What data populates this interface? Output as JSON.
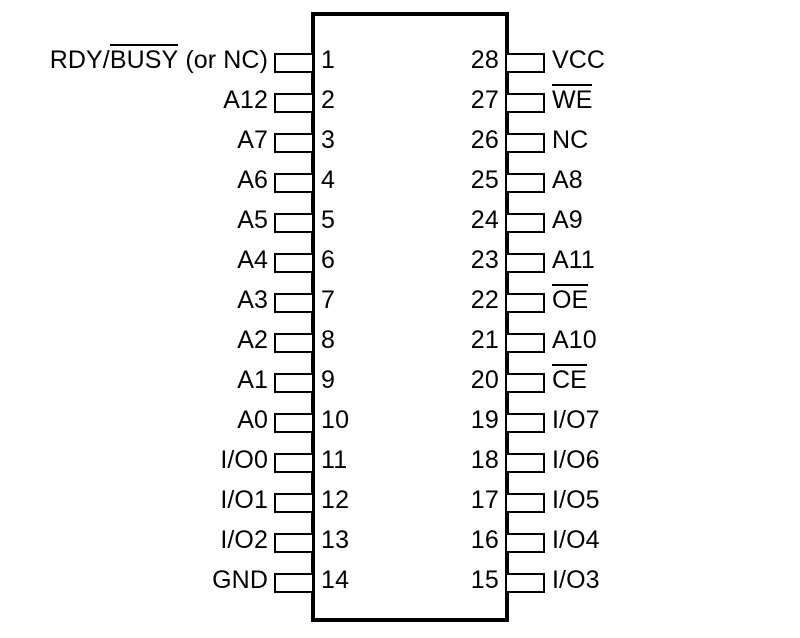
{
  "diagram": {
    "kind": "dip-pinout",
    "package": "28-pin DIP",
    "colors": {
      "background": "#ffffff",
      "outline": "#000000",
      "text": "#000000"
    },
    "pin_count": 28
  },
  "left_pins": [
    {
      "number": "1",
      "label": "RDY/BUSY (or NC)",
      "pre": "RDY/",
      "bar": "BUSY",
      "post": " (or NC)",
      "overline": true
    },
    {
      "number": "2",
      "label": "A12",
      "pre": "A12",
      "bar": "",
      "post": "",
      "overline": false
    },
    {
      "number": "3",
      "label": "A7",
      "pre": "A7",
      "bar": "",
      "post": "",
      "overline": false
    },
    {
      "number": "4",
      "label": "A6",
      "pre": "A6",
      "bar": "",
      "post": "",
      "overline": false
    },
    {
      "number": "5",
      "label": "A5",
      "pre": "A5",
      "bar": "",
      "post": "",
      "overline": false
    },
    {
      "number": "6",
      "label": "A4",
      "pre": "A4",
      "bar": "",
      "post": "",
      "overline": false
    },
    {
      "number": "7",
      "label": "A3",
      "pre": "A3",
      "bar": "",
      "post": "",
      "overline": false
    },
    {
      "number": "8",
      "label": "A2",
      "pre": "A2",
      "bar": "",
      "post": "",
      "overline": false
    },
    {
      "number": "9",
      "label": "A1",
      "pre": "A1",
      "bar": "",
      "post": "",
      "overline": false
    },
    {
      "number": "10",
      "label": "A0",
      "pre": "A0",
      "bar": "",
      "post": "",
      "overline": false
    },
    {
      "number": "11",
      "label": "I/O0",
      "pre": "I/O0",
      "bar": "",
      "post": "",
      "overline": false
    },
    {
      "number": "12",
      "label": "I/O1",
      "pre": "I/O1",
      "bar": "",
      "post": "",
      "overline": false
    },
    {
      "number": "13",
      "label": "I/O2",
      "pre": "I/O2",
      "bar": "",
      "post": "",
      "overline": false
    },
    {
      "number": "14",
      "label": "GND",
      "pre": "GND",
      "bar": "",
      "post": "",
      "overline": false
    }
  ],
  "right_pins": [
    {
      "number": "28",
      "label": "VCC",
      "pre": "",
      "bar": "",
      "post": "VCC",
      "overline": false
    },
    {
      "number": "27",
      "label": "WE",
      "pre": "",
      "bar": "WE",
      "post": "",
      "overline": true
    },
    {
      "number": "26",
      "label": "NC",
      "pre": "",
      "bar": "",
      "post": "NC",
      "overline": false
    },
    {
      "number": "25",
      "label": "A8",
      "pre": "",
      "bar": "",
      "post": "A8",
      "overline": false
    },
    {
      "number": "24",
      "label": "A9",
      "pre": "",
      "bar": "",
      "post": "A9",
      "overline": false
    },
    {
      "number": "23",
      "label": "A11",
      "pre": "",
      "bar": "",
      "post": "A11",
      "overline": false
    },
    {
      "number": "22",
      "label": "OE",
      "pre": "",
      "bar": "OE",
      "post": "",
      "overline": true
    },
    {
      "number": "21",
      "label": "A10",
      "pre": "",
      "bar": "",
      "post": "A10",
      "overline": false
    },
    {
      "number": "20",
      "label": "CE",
      "pre": "",
      "bar": "CE",
      "post": "",
      "overline": true
    },
    {
      "number": "19",
      "label": "I/O7",
      "pre": "",
      "bar": "",
      "post": "I/O7",
      "overline": false
    },
    {
      "number": "18",
      "label": "I/O6",
      "pre": "",
      "bar": "",
      "post": "I/O6",
      "overline": false
    },
    {
      "number": "17",
      "label": "I/O5",
      "pre": "",
      "bar": "",
      "post": "I/O5",
      "overline": false
    },
    {
      "number": "16",
      "label": "I/O4",
      "pre": "",
      "bar": "",
      "post": "I/O4",
      "overline": false
    },
    {
      "number": "15",
      "label": "I/O3",
      "pre": "",
      "bar": "",
      "post": "I/O3",
      "overline": false
    }
  ]
}
